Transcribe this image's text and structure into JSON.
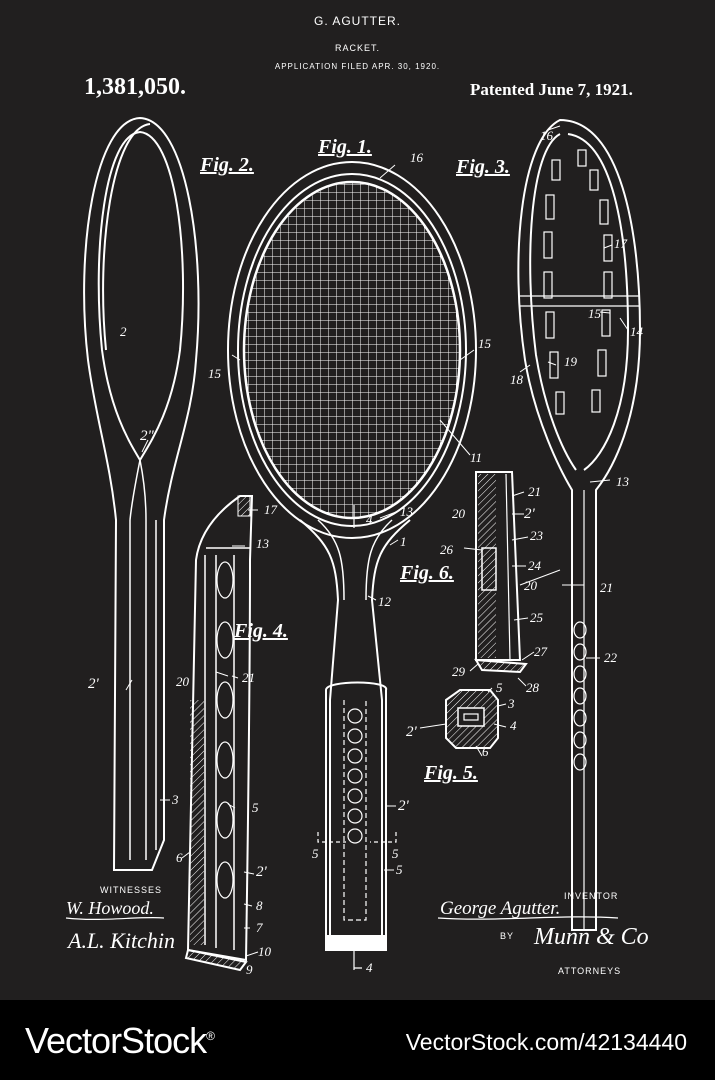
{
  "header": {
    "inventor_name": "G. AGUTTER.",
    "title": "RACKET.",
    "application": "APPLICATION FILED APR. 30, 1920.",
    "patent_number": "1,381,050.",
    "patented": "Patented June 7, 1921."
  },
  "figures": {
    "fig1": "Fig. 1.",
    "fig2": "Fig. 2.",
    "fig3": "Fig. 3.",
    "fig4": "Fig. 4.",
    "fig5": "Fig. 5.",
    "fig6": "Fig. 6."
  },
  "labels": {
    "n1": "1",
    "n2": "2",
    "n2pp": "2\"",
    "n2p": "2'",
    "n3": "3",
    "n4": "4",
    "n5": "5",
    "n6": "6",
    "n7": "7",
    "n8": "8",
    "n9": "9",
    "n10": "10",
    "n11": "11",
    "n12": "12",
    "n13": "13",
    "n14": "14",
    "n15": "15",
    "n16": "16",
    "n17": "17",
    "n18": "18",
    "n19": "19",
    "n20": "20",
    "n21": "21",
    "n22": "22",
    "n23": "23",
    "n24": "24",
    "n25": "25",
    "n26": "26",
    "n27": "27",
    "n28": "28",
    "n29": "29"
  },
  "signatures": {
    "witnesses_label": "WITNESSES",
    "witness1": "W. Howood.",
    "witness2": "A.L. Kitchin",
    "inventor_label": "INVENTOR",
    "inventor_sig": "George Agutter.",
    "by": "BY",
    "attorney_sig": "Munn & Co",
    "attorneys_label": "ATTORNEYS"
  },
  "footer": {
    "brand": "VectorStock",
    "registered": "®",
    "stock_id": "VectorStock.com/42134440"
  },
  "colors": {
    "background": "#211f1f",
    "ink": "#ffffff",
    "footer": "#000000"
  }
}
